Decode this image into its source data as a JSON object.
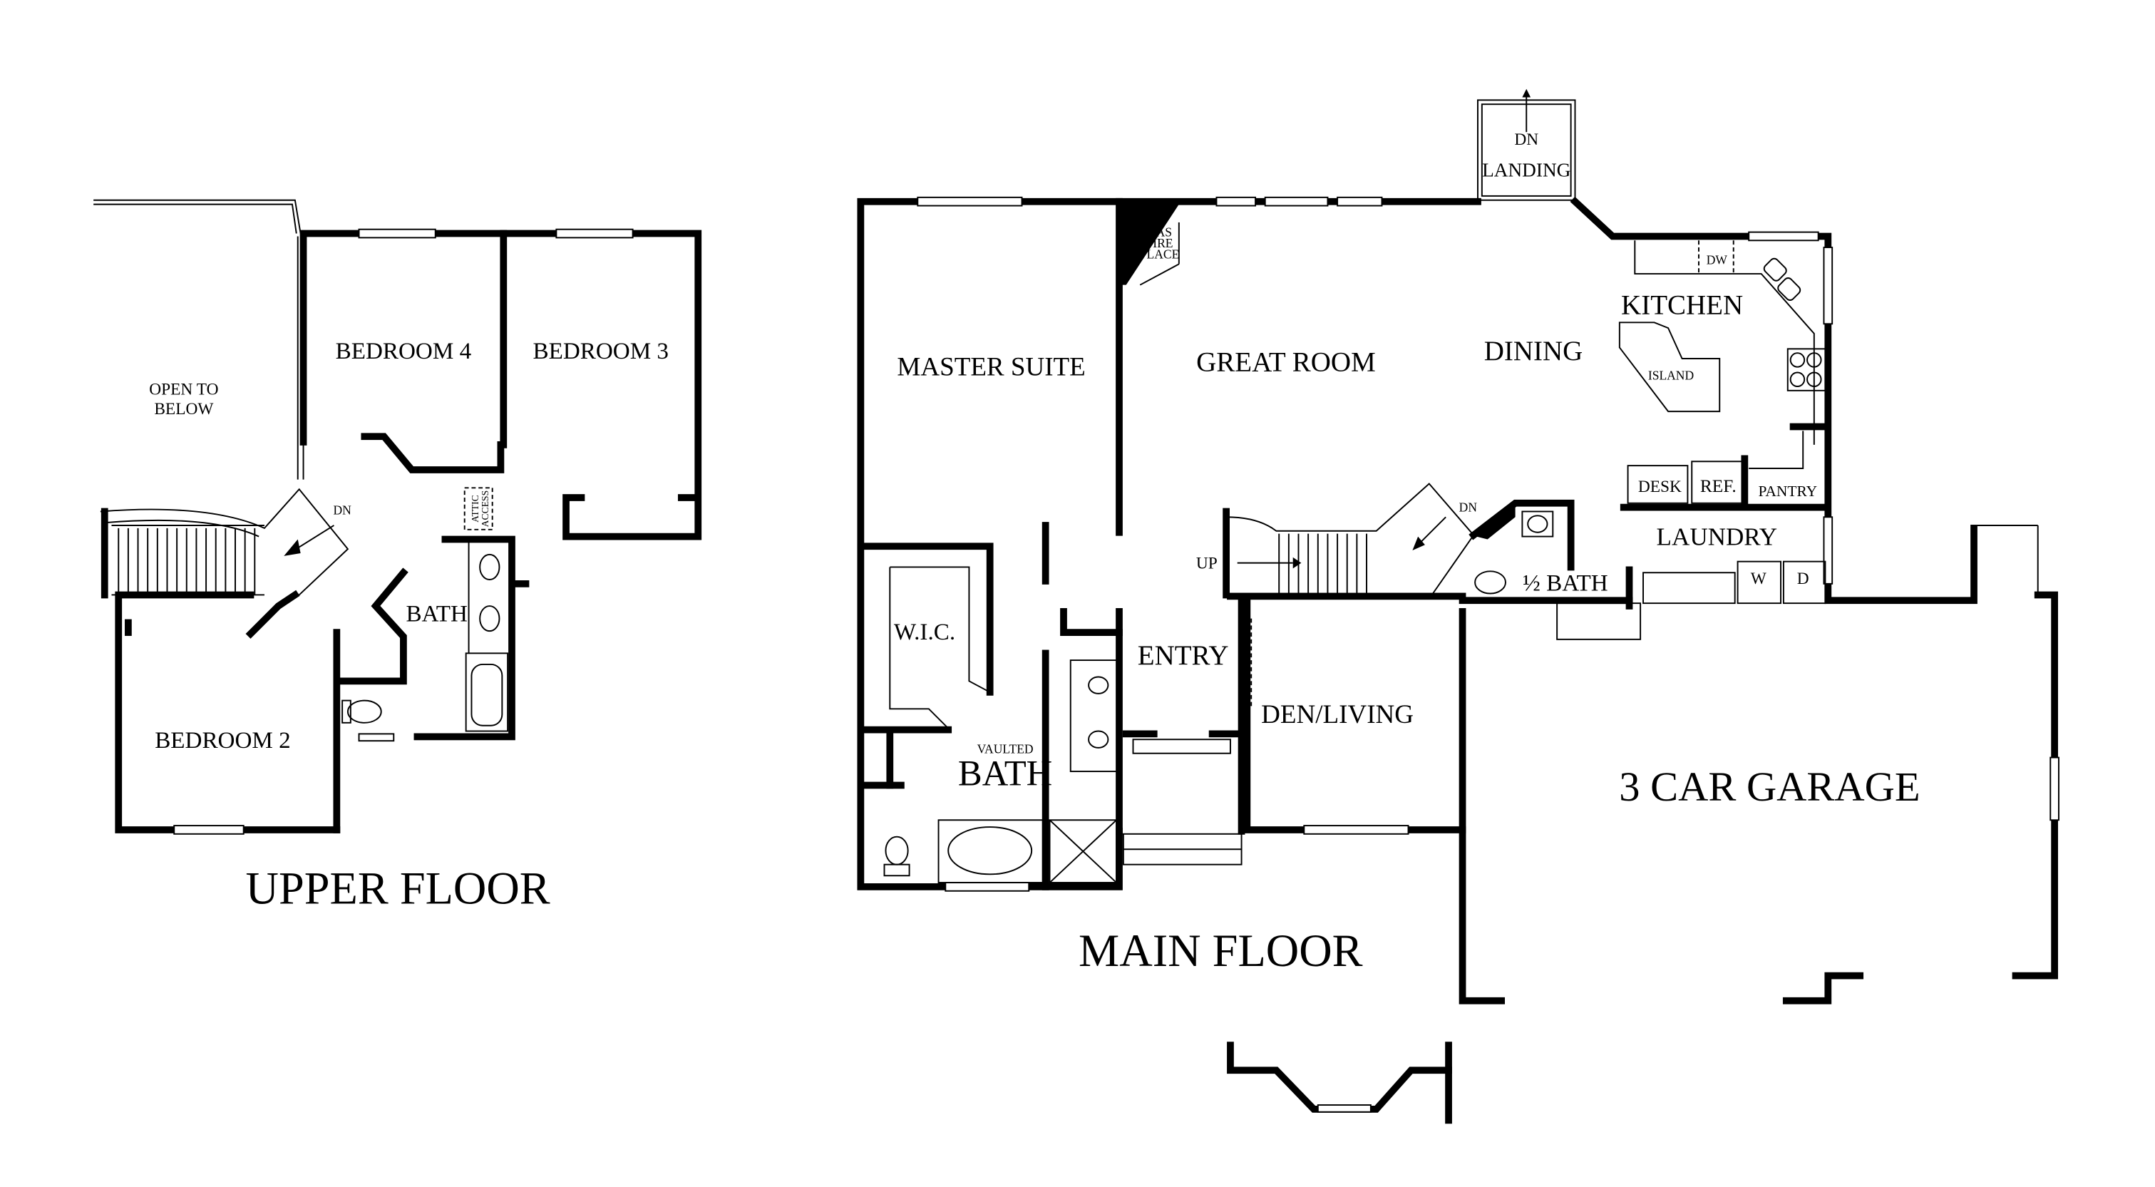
{
  "upper_floor": {
    "title": "UPPER FLOOR",
    "rooms": {
      "open_to_below_1": "OPEN TO",
      "open_to_below_2": "BELOW",
      "bedroom4": "BEDROOM 4",
      "bedroom3": "BEDROOM 3",
      "bedroom2": "BEDROOM 2",
      "bath": "BATH",
      "attic_1": "ATTIC",
      "attic_2": "ACCESS",
      "stairs_dn": "DN"
    }
  },
  "main_floor": {
    "title": "MAIN FLOOR",
    "rooms": {
      "landing_dn": "DN",
      "landing": "LANDING",
      "fireplace_1": "GAS",
      "fireplace_2": "FIRE",
      "fireplace_3": "PLACE",
      "master_suite": "MASTER SUITE",
      "great_room": "GREAT ROOM",
      "dining": "DINING",
      "kitchen": "KITCHEN",
      "dw": "DW",
      "island": "ISLAND",
      "desk": "DESK",
      "ref": "REF.",
      "pantry": "PANTRY",
      "laundry": "LAUNDRY",
      "washer": "W",
      "dryer": "D",
      "half_bath": "½ BATH",
      "stairs_up": "UP",
      "stairs_dn": "DN",
      "wic": "W.I.C.",
      "vaulted": "VAULTED",
      "bath": "BATH",
      "entry": "ENTRY",
      "den": "DEN/LIVING",
      "garage": "3 CAR GARAGE"
    }
  }
}
